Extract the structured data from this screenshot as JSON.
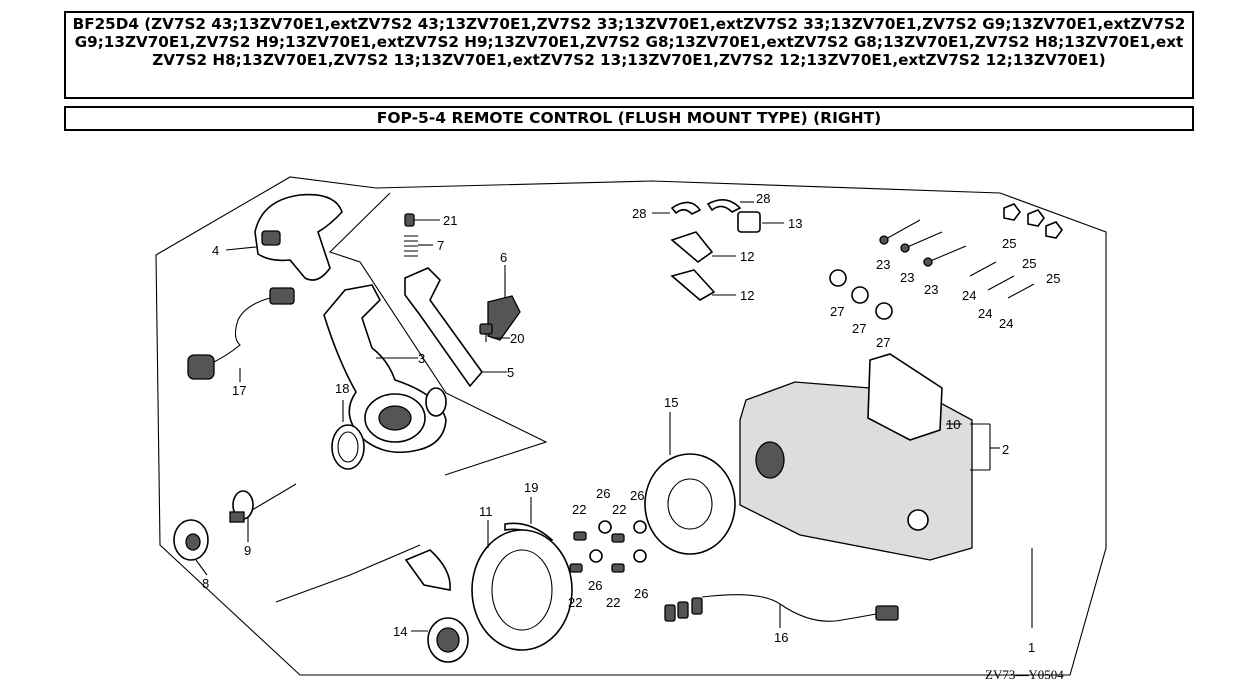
{
  "header": {
    "model_line": "BF25D4 (ZV7S2 43;13ZV70E1,extZV7S2 43;13ZV70E1,ZV7S2 33;13ZV70E1,extZV7S2 33;13ZV70E1,ZV7S2 G9;13ZV70E1,extZV7S2 G9;13ZV70E1,ZV7S2 H9;13ZV70E1,extZV7S2 H9;13ZV70E1,ZV7S2 G8;13ZV70E1,extZV7S2 G8;13ZV70E1,ZV7S2 H8;13ZV70E1,extZV7S2 H8;13ZV70E1,ZV7S2 13;13ZV70E1,extZV7S2 13;13ZV70E1,ZV7S2 12;13ZV70E1,extZV7S2 12;13ZV70E1)",
    "section_title": "FOP-5-4 REMOTE CONTROL (FLUSH MOUNT TYPE) (RIGHT)"
  },
  "diagram": {
    "drawing_code": "ZV73—Y0504",
    "callouts": {
      "n1": "1",
      "n2": "2",
      "n3": "3",
      "n4": "4",
      "n5": "5",
      "n6": "6",
      "n7": "7",
      "n8": "8",
      "n9": "9",
      "n10": "10",
      "n11": "11",
      "n12a": "12",
      "n12b": "12",
      "n13": "13",
      "n14": "14",
      "n15": "15",
      "n16": "16",
      "n17": "17",
      "n18": "18",
      "n19": "19",
      "n20": "20",
      "n21": "21",
      "n22a": "22",
      "n22b": "22",
      "n22c": "22",
      "n22d": "22",
      "n23a": "23",
      "n23b": "23",
      "n23c": "23",
      "n24a": "24",
      "n24b": "24",
      "n24c": "24",
      "n25a": "25",
      "n25b": "25",
      "n25c": "25",
      "n26a": "26",
      "n26b": "26",
      "n26c": "26",
      "n26d": "26",
      "n27a": "27",
      "n27b": "27",
      "n27c": "27",
      "n28a": "28",
      "n28b": "28"
    }
  }
}
